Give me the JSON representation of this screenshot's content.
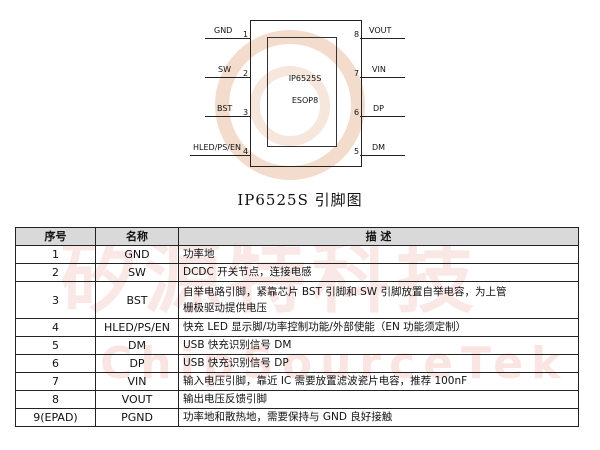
{
  "diagram": {
    "chip_name": "IP6525S",
    "package": "ESOP8",
    "caption": "IP6525S 引脚图",
    "left_pins": [
      {
        "num": "1",
        "label": "GND"
      },
      {
        "num": "2",
        "label": "SW"
      },
      {
        "num": "3",
        "label": "BST"
      },
      {
        "num": "4",
        "label": "HLED/PS/EN"
      }
    ],
    "right_pins": [
      {
        "num": "8",
        "label": "VOUT"
      },
      {
        "num": "7",
        "label": "VIN"
      },
      {
        "num": "6",
        "label": "DP"
      },
      {
        "num": "5",
        "label": "DM"
      }
    ]
  },
  "table": {
    "headers": [
      "序号",
      "名称",
      "描 述"
    ],
    "rows": [
      {
        "no": "1",
        "name": "GND",
        "desc": "功率地"
      },
      {
        "no": "2",
        "name": "SW",
        "desc": "DCDC 开关节点，连接电感"
      },
      {
        "no": "3",
        "name": "BST",
        "desc": "自举电路引脚，紧靠芯片 BST 引脚和 SW 引脚放置自举电容，为上管",
        "desc2": "栅极驱动提供电压"
      },
      {
        "no": "4",
        "name": "HLED/PS/EN",
        "desc": "快充 LED 显示脚/功率控制功能/外部使能（EN 功能须定制）"
      },
      {
        "no": "5",
        "name": "DM",
        "desc": "USB 快充识别信号 DM"
      },
      {
        "no": "6",
        "name": "DP",
        "desc": "USB 快充识别信号 DP"
      },
      {
        "no": "7",
        "name": "VIN",
        "desc": "输入电压引脚，靠近 IC 需要放置滤波瓷片电容，推荐 100nF"
      },
      {
        "no": "8",
        "name": "VOUT",
        "desc": "输出电压反馈引脚"
      },
      {
        "no": "9(EPAD)",
        "name": "PGND",
        "desc": "功率地和散热地，需要保持与 GND 良好接触"
      }
    ]
  },
  "watermark": {
    "text_cn": "矽源特科技",
    "text_en": "ChipSourceTek",
    "color": "#dc503c"
  }
}
